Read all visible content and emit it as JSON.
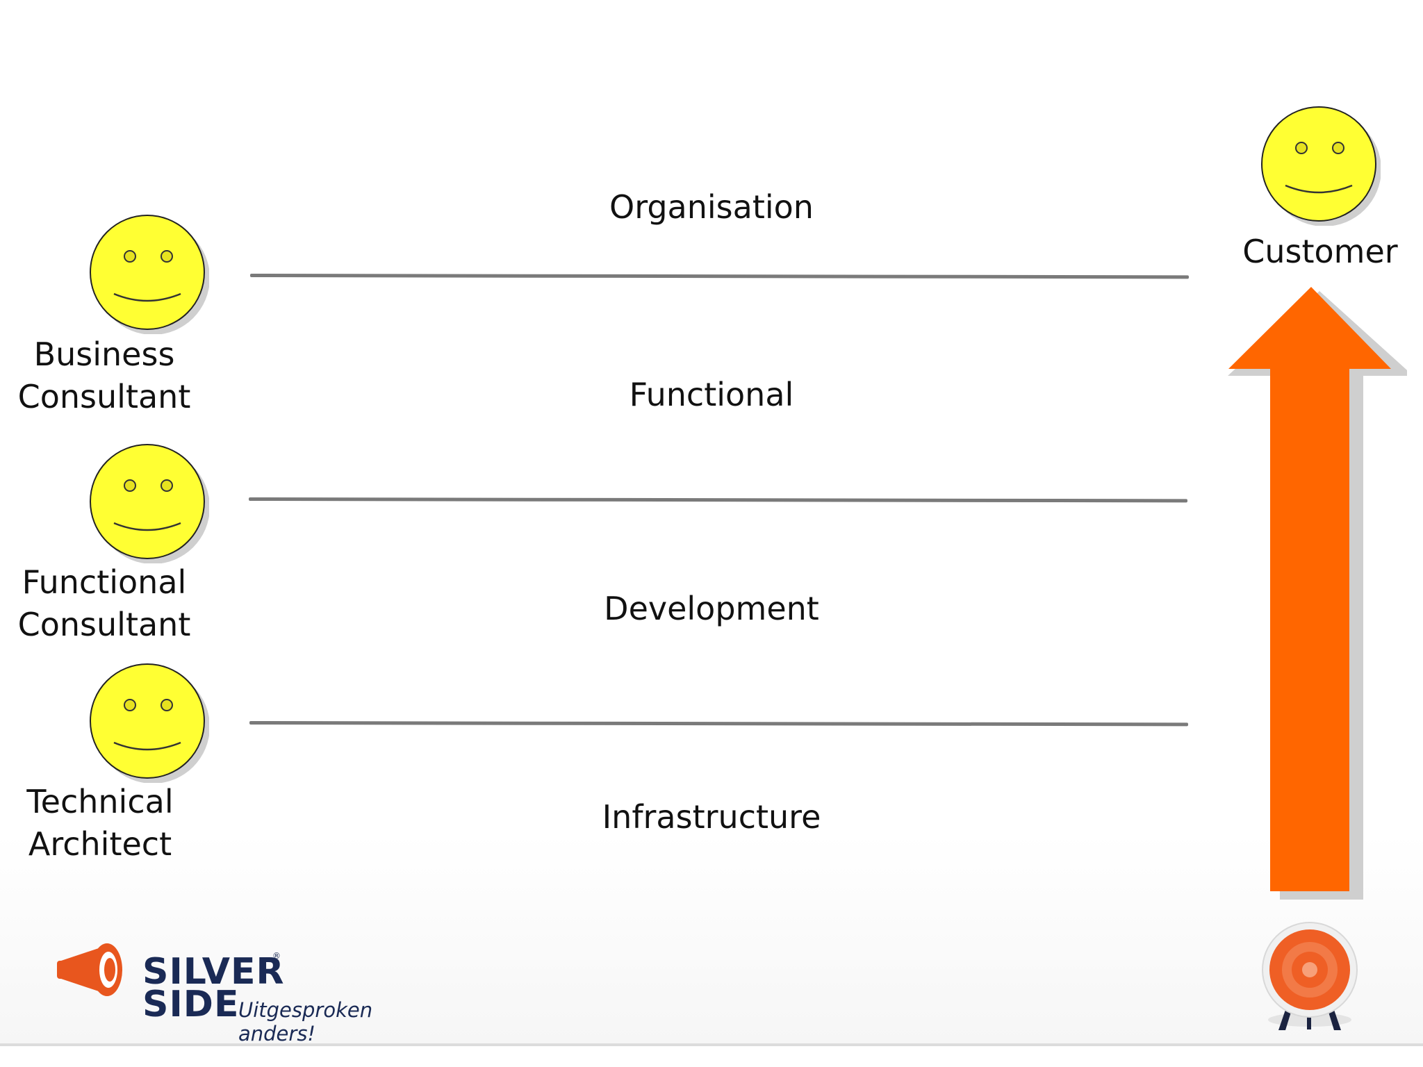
{
  "roles": [
    {
      "label": "Business\nConsultant"
    },
    {
      "label": "Functional\nConsultant"
    },
    {
      "label": "Technical\nArchitect"
    }
  ],
  "layers": [
    {
      "label": "Organisation"
    },
    {
      "label": "Functional"
    },
    {
      "label": "Development"
    },
    {
      "label": "Infrastructure"
    }
  ],
  "customer": {
    "label": "Customer"
  },
  "logo": {
    "word1": "SILVER",
    "word2": "SIDE",
    "tagline": "Uitgesproken anders!",
    "registered": "®"
  },
  "colors": {
    "smiley_face": "#ffff33",
    "layer_line": "#7a7a7a",
    "arrow": "#ff6600",
    "logo_text": "#1a2a55",
    "logo_horn": "#e8561e",
    "target": "#ef5f25"
  }
}
